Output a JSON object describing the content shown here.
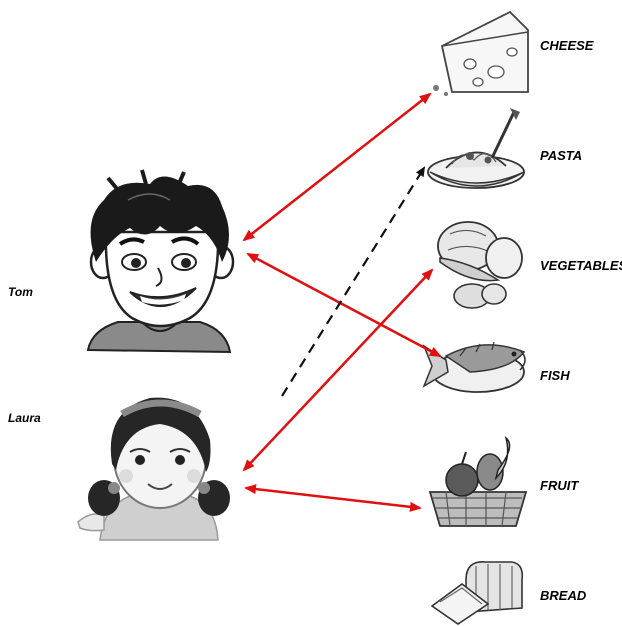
{
  "people": [
    {
      "id": "tom",
      "name": "Tom"
    },
    {
      "id": "laura",
      "name": "Laura"
    }
  ],
  "foods": [
    {
      "id": "cheese",
      "label": "CHEESE",
      "icon": "cheese-icon"
    },
    {
      "id": "pasta",
      "label": "PASTA",
      "icon": "pasta-icon"
    },
    {
      "id": "vegetables",
      "label": "VEGETABLES",
      "icon": "vegetables-icon"
    },
    {
      "id": "fish",
      "label": "FISH",
      "icon": "fish-icon"
    },
    {
      "id": "fruit",
      "label": "FRUIT",
      "icon": "fruit-icon"
    },
    {
      "id": "bread",
      "label": "BREAD",
      "icon": "bread-icon"
    }
  ],
  "connections": [
    {
      "from": "tom",
      "to": "cheese",
      "style": "solid",
      "color": "#e01010",
      "bidirectional": true
    },
    {
      "from": "tom",
      "to": "fish",
      "style": "solid",
      "color": "#e01010",
      "bidirectional": true
    },
    {
      "from": "laura",
      "to": "vegetables",
      "style": "solid",
      "color": "#e01010",
      "bidirectional": true
    },
    {
      "from": "laura",
      "to": "fruit",
      "style": "solid",
      "color": "#e01010",
      "bidirectional": true
    },
    {
      "from": "laura",
      "to": "pasta",
      "style": "dashed",
      "color": "#111111",
      "bidirectional": false
    }
  ]
}
